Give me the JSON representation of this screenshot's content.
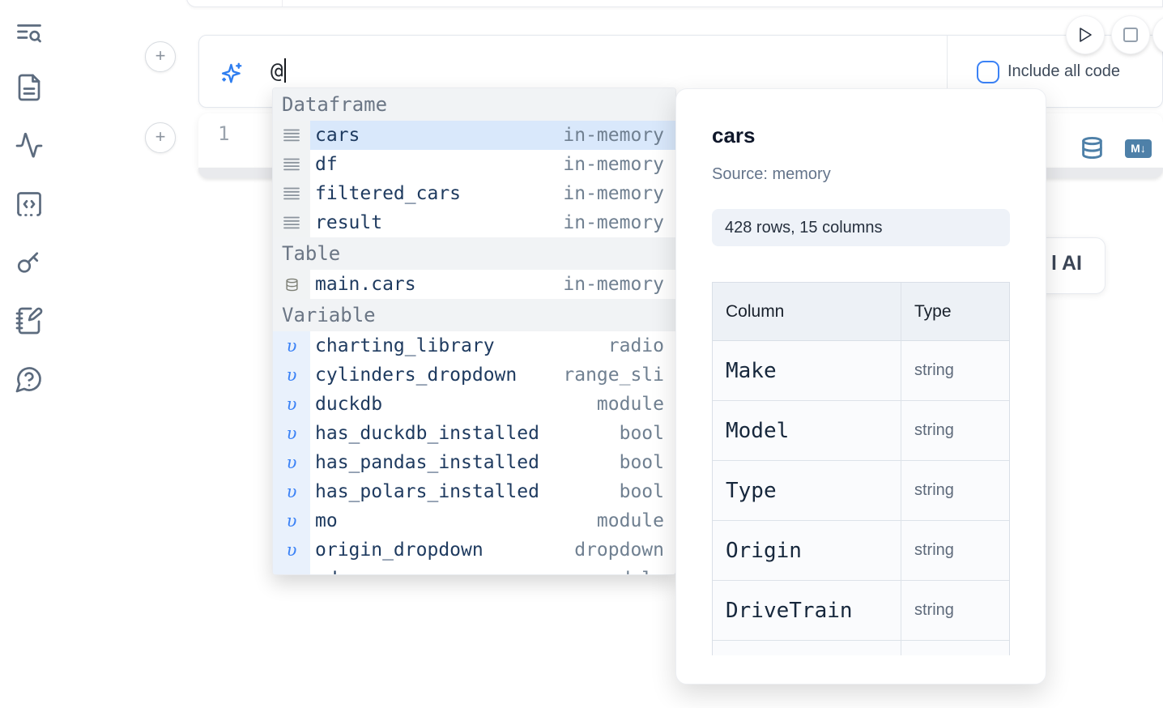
{
  "colors": {
    "accent_blue": "#3b82f6",
    "steel_blue": "#4e80a8",
    "selected_row": "#d9e8fb"
  },
  "sidebar": {
    "items": [
      {
        "icon": "list-search-icon"
      },
      {
        "icon": "file-document-icon"
      },
      {
        "icon": "activity-icon"
      },
      {
        "icon": "code-snippet-icon"
      },
      {
        "icon": "key-icon"
      },
      {
        "icon": "scratchpad-icon"
      },
      {
        "icon": "help-chat-icon"
      }
    ]
  },
  "add_buttons": {
    "label": "+"
  },
  "ai_input": {
    "value": "@",
    "include_all_code_label": "Include all code",
    "include_all_code_checked": false
  },
  "run_controls": {
    "play_icon": "play",
    "stop_icon": "stop"
  },
  "cell": {
    "line_number": "1",
    "markdown_badge": "M↓"
  },
  "ai_card": {
    "visible_label": "l AI"
  },
  "autocomplete": {
    "sections": [
      {
        "label": "Dataframe",
        "items": [
          {
            "name": "cars",
            "detail": "in-memory",
            "selected": true
          },
          {
            "name": "df",
            "detail": "in-memory"
          },
          {
            "name": "filtered_cars",
            "detail": "in-memory"
          },
          {
            "name": "result",
            "detail": "in-memory"
          }
        ]
      },
      {
        "label": "Table",
        "items": [
          {
            "name": "main.cars",
            "detail": "in-memory"
          }
        ]
      },
      {
        "label": "Variable",
        "items": [
          {
            "name": "charting_library",
            "detail": "radio"
          },
          {
            "name": "cylinders_dropdown",
            "detail": "range_sli"
          },
          {
            "name": "duckdb",
            "detail": "module"
          },
          {
            "name": "has_duckdb_installed",
            "detail": "bool"
          },
          {
            "name": "has_pandas_installed",
            "detail": "bool"
          },
          {
            "name": "has_polars_installed",
            "detail": "bool"
          },
          {
            "name": "mo",
            "detail": "module"
          },
          {
            "name": "origin_dropdown",
            "detail": "dropdown"
          },
          {
            "name": "pd",
            "detail": "module"
          }
        ]
      }
    ],
    "variable_icon_glyph": "υ"
  },
  "preview": {
    "title": "cars",
    "source": "Source: memory",
    "shape_badge": "428 rows, 15 columns",
    "table": {
      "headers": [
        "Column",
        "Type"
      ],
      "rows": [
        [
          "Make",
          "string"
        ],
        [
          "Model",
          "string"
        ],
        [
          "Type",
          "string"
        ],
        [
          "Origin",
          "string"
        ],
        [
          "DriveTrain",
          "string"
        ]
      ]
    }
  }
}
